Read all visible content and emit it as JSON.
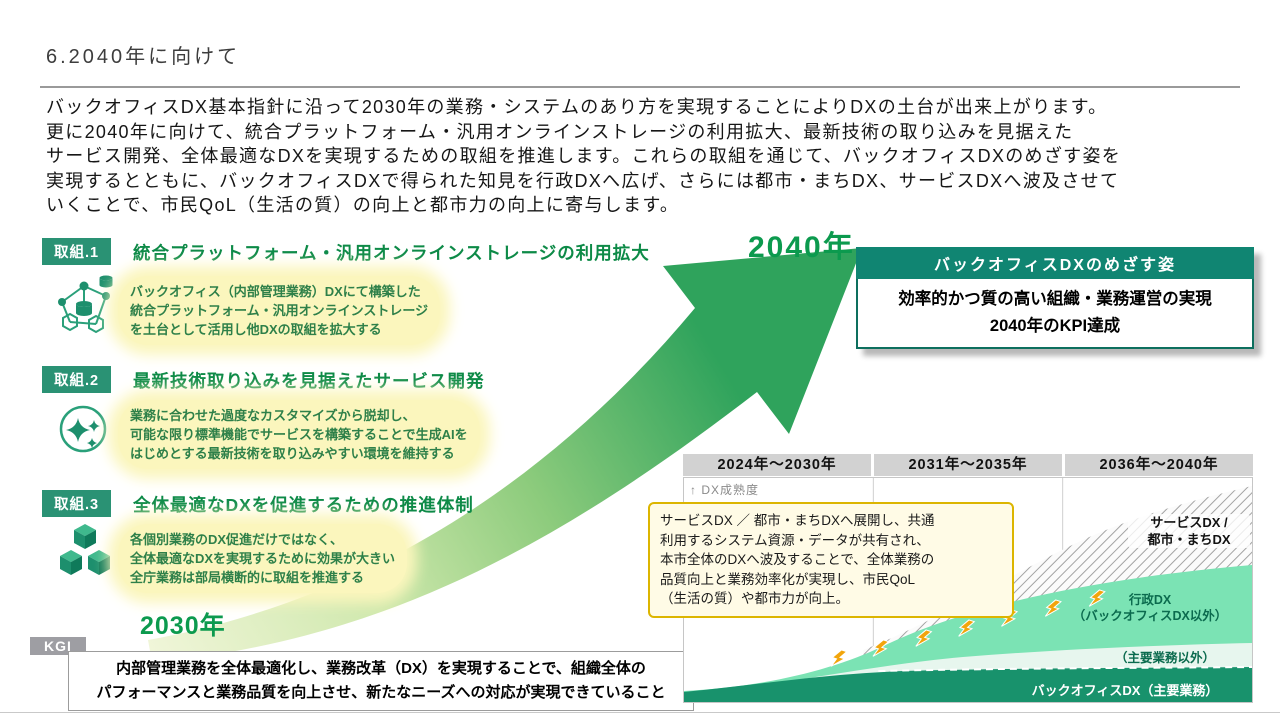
{
  "page": {
    "title": "6.2040年に向けて"
  },
  "intro": {
    "lines": [
      "バックオフィスDX基本指針に沿って2030年の業務・システムのあり方を実現することによりDXの土台が出来上がります。",
      "更に2040年に向けて、統合プラットフォーム・汎用オンラインストレージの利用拡大、最新技術の取り込みを見据えた",
      "サービス開発、全体最適なDXを実現するための取組を推進します。これらの取組を通じて、バックオフィスDXのめざす姿を",
      "実現するとともに、バックオフィスDXで得られた知見を行政DXへ広げ、さらには都市・まちDX、サービスDXへ波及させて",
      "いくことで、市民QoL（生活の質）の向上と都市力の向上に寄与します。"
    ]
  },
  "initiatives": [
    {
      "badge": "取組.1",
      "title": "統合プラットフォーム・汎用オンラインストレージの利用拡大",
      "icon": "network-storage-icon",
      "lines": [
        "バックオフィス（内部管理業務）DXにて構築した",
        "統合プラットフォーム・汎用オンラインストレージ",
        "を土台として活用し他DXの取組を拡大する"
      ]
    },
    {
      "badge": "取組.2",
      "title": "最新技術取り込みを見据えたサービス開発",
      "icon": "sparkles-icon",
      "lines": [
        "業務に合わせた過度なカスタマイズから脱却し、",
        "可能な限り標準機能でサービスを構築することで生成AIを",
        "はじめとする最新技術を取り込みやすい環境を維持する"
      ]
    },
    {
      "badge": "取組.3",
      "title": "全体最適なDXを促進するための推進体制",
      "icon": "cubes-icon",
      "lines": [
        "各個別業務のDX促進だけではなく、",
        "全体最適なDXを実現するために効果が大きい",
        "全庁業務は部局横断的に取組を推進する"
      ]
    }
  ],
  "timeline": {
    "start_year": "2030年",
    "end_year": "2040年"
  },
  "goal_box": {
    "header": "バックオフィスDXのめざす姿",
    "lines": [
      "効率的かつ質の高い組織・業務運営の実現",
      "2040年のKPI達成"
    ]
  },
  "kgi": {
    "badge": "KGI",
    "lines": [
      "内部管理業務を全体最適化し、業務改革（DX）を実現することで、組織全体の",
      "パフォーマンスと業務品質を向上させ、新たなニーズへの対応が実現できていること"
    ]
  },
  "maturity_chart": {
    "periods": [
      "2024年〜2030年",
      "2031年〜2035年",
      "2036年〜2040年"
    ],
    "y_axis_label": "↑ DX成熟度",
    "callout_lines": [
      "サービスDX ／ 都市・まちDXへ展開し、共通",
      "利用するシステム資源・データが共有され、",
      "本市全体のDXへ波及することで、全体業務の",
      "品質向上と業務効率化が実現し、市民QoL",
      "（生活の質）や都市力が向上。"
    ],
    "bands": [
      {
        "style": "hatched",
        "label_lines": [
          "サービスDX /",
          "都市・まちDX"
        ]
      },
      {
        "style": "mint",
        "label_lines": [
          "行政DX",
          "（バックオフィスDX以外）"
        ]
      },
      {
        "style": "pale",
        "label_lines": [
          "（主要業務以外）"
        ]
      },
      {
        "style": "dark",
        "label_lines": [
          "バックオフィスDX（主要業務）"
        ]
      }
    ]
  },
  "colors": {
    "green_accent": "#0c9a4e",
    "teal_header": "#108572",
    "badge_green": "#2a9274",
    "mint_band": "#7be3b4",
    "dark_band": "#18926c",
    "pale_band": "#e7f6ee",
    "highlight_yellow": "#fbf6bd",
    "callout_yellow": "#fffbe6",
    "callout_border": "#dcb500",
    "bolt_orange": "#f2a50c"
  }
}
